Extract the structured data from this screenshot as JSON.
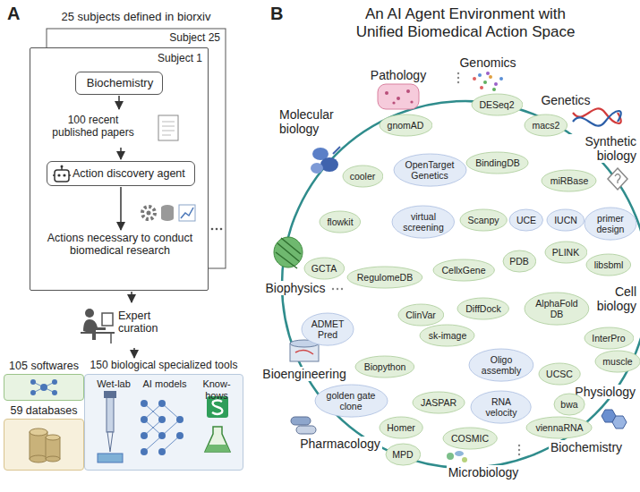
{
  "diagram": {
    "title": "An AI Agent Environment with Unified Biomedical Action Space",
    "nodes": [
      {
        "text": [
          "25 subjects defined in biorxiv",
          "Subject 25"
        ]
      },
      {
        "text": [
          "Subject 1"
        ]
      },
      {
        "text": [
          "Biochemistry"
        ],
        "in": 1
      },
      {
        "text": [
          "100 recent published papers"
        ],
        "in": 1
      },
      {
        "text": [
          "Action discovery agent"
        ],
        "in": 1
      },
      {
        "text": [
          "Actions necessary to conduct biomedical research"
        ],
        "in": 1
      },
      {
        "text": [
          "Expert curation"
        ]
      },
      {
        "text": [
          "105 softwares"
        ]
      },
      {
        "text": [
          "59 databases"
        ]
      },
      {
        "text": [
          "150 biological specialized tools",
          "Wet-lab",
          "AI models",
          "Know-hows"
        ]
      },
      {
        "text": [
          "gnomAD"
        ]
      },
      {
        "text": [
          "DESeq2"
        ]
      },
      {
        "text": [
          "macs2"
        ]
      },
      {
        "text": [
          "cooler"
        ]
      },
      {
        "text": [
          "OpenTarget Genetics"
        ]
      },
      {
        "text": [
          "BindingDB"
        ]
      },
      {
        "text": [
          "miRBase"
        ]
      },
      {
        "text": [
          "flowkit"
        ]
      },
      {
        "text": [
          "virtual screening"
        ]
      },
      {
        "text": [
          "Scanpy"
        ]
      },
      {
        "text": [
          "UCE"
        ]
      },
      {
        "text": [
          "IUCN"
        ]
      },
      {
        "text": [
          "primer design"
        ]
      },
      {
        "text": [
          "GCTA"
        ]
      },
      {
        "text": [
          "RegulomeDB"
        ]
      },
      {
        "text": [
          "CellxGene"
        ]
      },
      {
        "text": [
          "PDB"
        ]
      },
      {
        "text": [
          "PLINK"
        ]
      },
      {
        "text": [
          "libsbml"
        ]
      },
      {
        "text": [
          "ADMET Pred"
        ]
      },
      {
        "text": [
          "ClinVar"
        ]
      },
      {
        "text": [
          "DiffDock"
        ]
      },
      {
        "text": [
          "AlphaFold DB"
        ]
      },
      {
        "text": [
          "InterPro"
        ]
      },
      {
        "text": [
          "sk-image"
        ]
      },
      {
        "text": [
          "Biopython"
        ]
      },
      {
        "text": [
          "Oligo assembly"
        ]
      },
      {
        "text": [
          "muscle"
        ]
      },
      {
        "text": [
          "golden gate clone"
        ]
      },
      {
        "text": [
          "JASPAR"
        ]
      },
      {
        "text": [
          "RNA velocity"
        ]
      },
      {
        "text": [
          "UCSC"
        ]
      },
      {
        "text": [
          "bwa"
        ]
      },
      {
        "text": [
          "Homer"
        ]
      },
      {
        "text": [
          "COSMIC"
        ]
      },
      {
        "text": [
          "viennaRNA"
        ]
      },
      {
        "text": [
          "MPD"
        ]
      }
    ],
    "edges": [
      {
        "from": 2,
        "to": 3,
        "arrow": "to"
      },
      {
        "from": 3,
        "to": 4,
        "arrow": "to"
      },
      {
        "from": 4,
        "to": 5,
        "arrow": "to"
      },
      {
        "from": 1,
        "to": 6,
        "arrow": "to"
      },
      {
        "from": 6,
        "to": 9,
        "arrow": "to"
      }
    ],
    "labels": [
      "A",
      "B",
      "Pathology",
      "Genomics",
      "Genetics",
      "Synthetic biology",
      "Molecular biology",
      "Biophysics",
      "Bioengineering",
      "Pharmacology",
      "Microbiology",
      "Biochemistry",
      "Physiology",
      "Cell biology"
    ]
  }
}
